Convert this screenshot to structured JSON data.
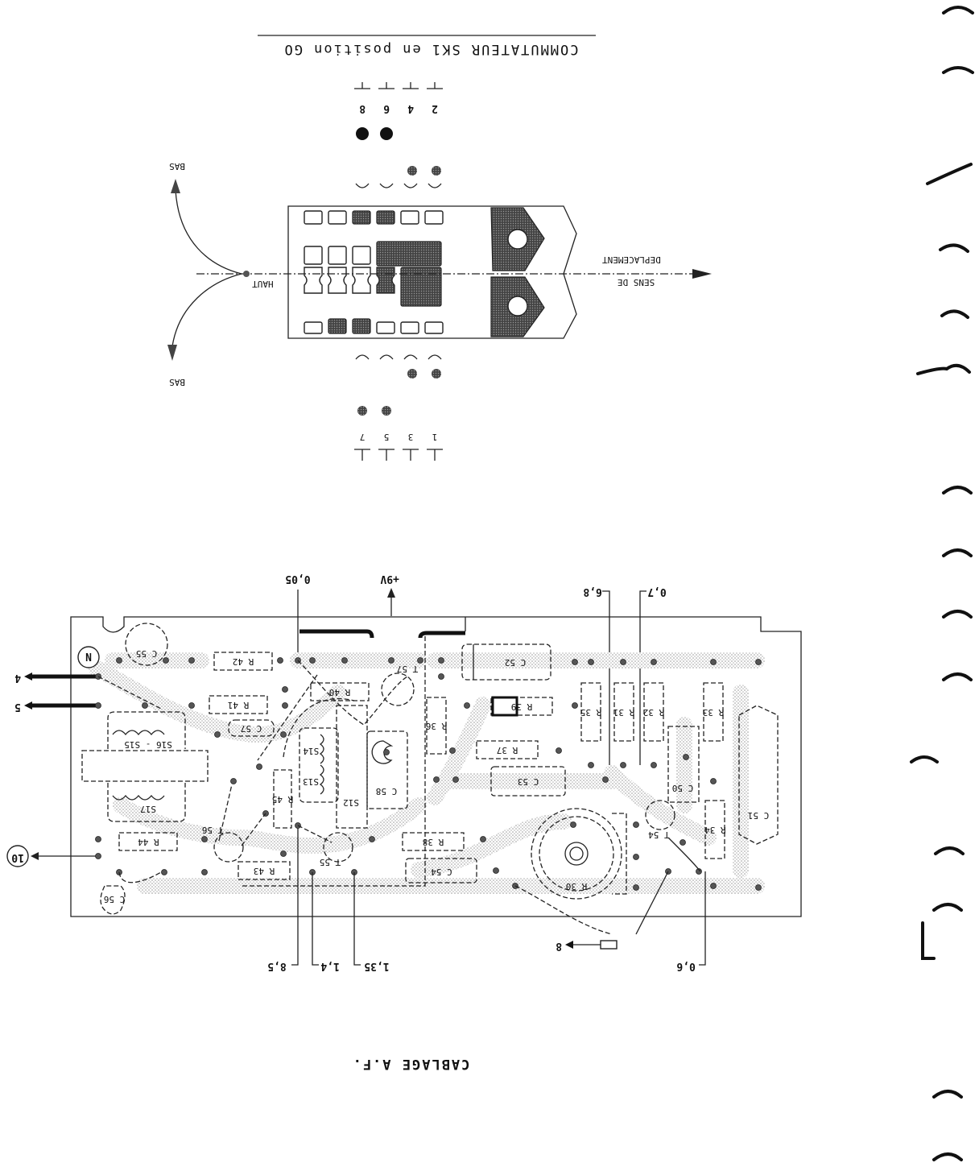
{
  "switch_diagram": {
    "title": "COMMUTATEUR  SK1  en  position  GO",
    "top_contacts": [
      "8",
      "6",
      "4",
      "2"
    ],
    "bottom_contacts": [
      "7",
      "5",
      "3",
      "1"
    ],
    "direction_label_line1": "SENS   DE",
    "direction_label_line2": "DEPLACEMENT",
    "pivot_label": "HAUT",
    "arrow_up_label": "BAS",
    "arrow_down_label": "BAS"
  },
  "board": {
    "caption": "CABLAGE  A.F.",
    "components": {
      "resistors": [
        "R 42",
        "R 41",
        "R 40",
        "R 44",
        "R 43",
        "R 45",
        "R 36",
        "R 37",
        "R 38",
        "R 39",
        "R 35",
        "R 31",
        "R 32",
        "R 33",
        "R 34",
        "R 30"
      ],
      "capacitors": [
        "C 55",
        "C 57",
        "C 56",
        "C 52",
        "C 53",
        "C 54",
        "C 50",
        "C 51",
        "C 58"
      ],
      "coils": [
        "S16 - S15",
        "S17",
        "S14",
        "S13",
        "S12"
      ],
      "transistors": [
        "T 57",
        "T 56",
        "T 55",
        "T 54"
      ]
    },
    "voltages_top": [
      "0,05",
      "+9V",
      "6,8",
      "0,7"
    ],
    "voltages_bottom": [
      "8,5",
      "1,4",
      "1,35",
      "0,6"
    ],
    "terminals": {
      "n_label": "N",
      "ten_label": "10",
      "wire_4": "4",
      "wire_5": "5",
      "wire_8": "8"
    }
  },
  "margin": {
    "binder_marks": 15
  }
}
